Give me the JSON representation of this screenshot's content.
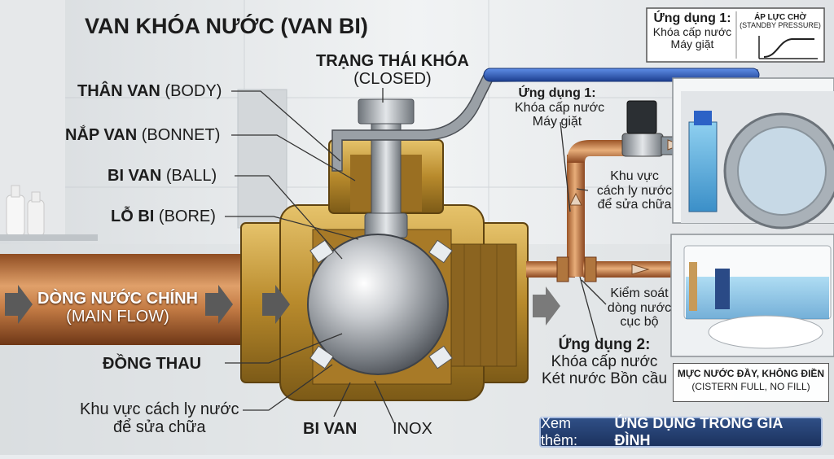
{
  "title": "VAN KHÓA NƯỚC (VAN BI)",
  "state": {
    "line1": "TRẠNG THÁI KHÓA",
    "line2": "(CLOSED)"
  },
  "parts": {
    "body": {
      "vi": "THÂN VAN",
      "en": "(BODY)"
    },
    "bonnet": {
      "vi": "NẮP VAN",
      "en": "(BONNET)"
    },
    "ball": {
      "vi": "BI VAN",
      "en": "(BALL)"
    },
    "bore": {
      "vi": "LỖ BI",
      "en": "(BORE)"
    },
    "main_flow": {
      "vi": "DÒNG NƯỚC CHÍNH",
      "en": "(MAIN FLOW)"
    },
    "brass": "ĐỒNG THAU",
    "isolation": {
      "line1": "Khu vực cách ly nước",
      "line2": "để sửa chữa"
    },
    "bottom_ball": "BI VAN",
    "inox": "INOX"
  },
  "inset_top": {
    "title": "Ứng dụng 1:",
    "line1": "Khóa cấp nước",
    "line2": "Máy giặt",
    "graph_title": "ÁP LỰC CHỜ",
    "graph_sub": "(STANDBY PRESSURE)"
  },
  "app1": {
    "title": "Ứng dụng 1:",
    "line1": "Khóa cấp nước",
    "line2": "Máy giặt"
  },
  "isolation_right": {
    "line1": "Khu vực",
    "line2": "cách ly nước",
    "line3": "để sửa chữa"
  },
  "local_control": {
    "line1": "Kiểm soát",
    "line2": "dòng nước",
    "line3": "cục bộ"
  },
  "app2": {
    "title": "Ứng dụng 2:",
    "line1": "Khóa cấp nước",
    "line2": "Két nước Bồn cầu"
  },
  "cistern": {
    "line1": "MỰC NƯỚC ĐẦY, KHÔNG ĐIỀN",
    "line2": "(CISTERN FULL, NO FILL)"
  },
  "banner": {
    "prefix": "Xem thêm:",
    "strong": "ỨNG DỤNG TRONG GIA ĐÌNH"
  },
  "colors": {
    "copper": "#c07a3e",
    "brass": "#c9a24a",
    "handle": "#2c5cc4",
    "steel": "#c8ccd0"
  }
}
